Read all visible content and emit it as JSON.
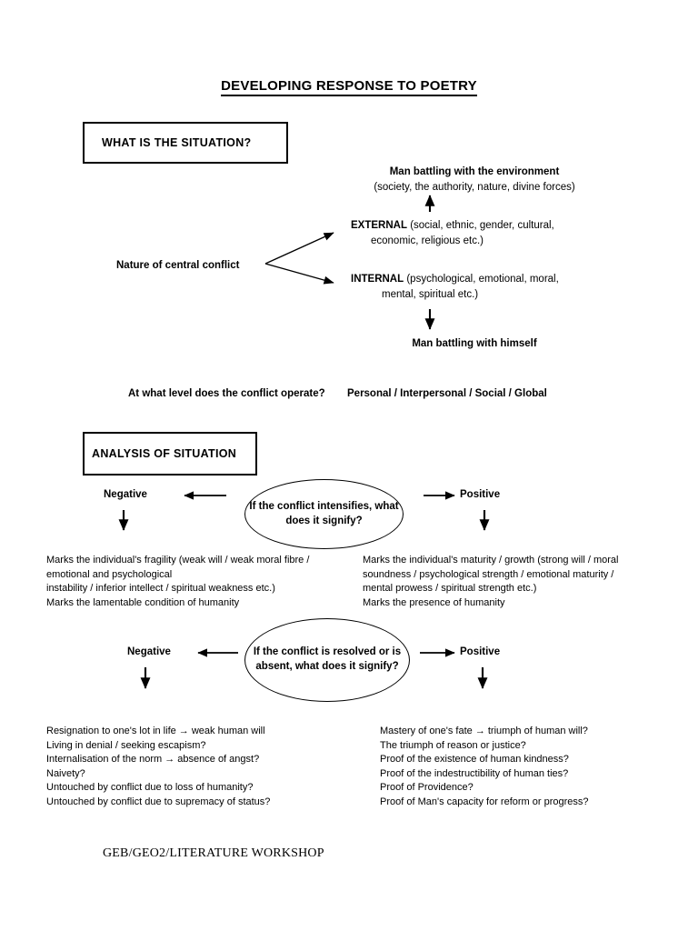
{
  "document": {
    "title": "DEVELOPING RESPONSE TO POETRY",
    "footer": "GEB/GEO2/LITERATURE WORKSHOP"
  },
  "section_situation": {
    "box_label": "WHAT IS THE SITUATION?",
    "nature_label": "Nature of central conflict",
    "man_environment": {
      "heading": "Man battling with the environment",
      "detail": "(society, the authority, nature, divine forces)"
    },
    "external": {
      "keyword": "EXTERNAL",
      "detail_line1": "(social, ethnic, gender, cultural,",
      "detail_line2": "economic, religious etc.)"
    },
    "internal": {
      "keyword": "INTERNAL",
      "detail_line1": "(psychological, emotional, moral,",
      "detail_line2": "mental, spiritual etc.)"
    },
    "man_himself": "Man battling with himself",
    "level_question": "At what level does the conflict operate?",
    "level_answer": "Personal / Interpersonal / Social / Global"
  },
  "section_analysis": {
    "box_label": "ANALYSIS OF SITUATION",
    "question_1": "If the conflict intensifies, what does it signify?",
    "question_2": "If the conflict is resolved or is absent, what does it signify?",
    "negative_label": "Negative",
    "positive_label": "Positive",
    "intensifies_negative": "Marks the individual's fragility (weak will / weak moral fibre /\nemotional and psychological\ninstability / inferior intellect / spiritual weakness etc.)\nMarks the lamentable condition of humanity",
    "intensifies_positive": "Marks the individual's maturity / growth (strong will / moral\nsoundness / psychological strength / emotional maturity /\nmental prowess / spiritual strength etc.)\nMarks the presence of humanity",
    "resolved_negative": "Resignation to one's lot in life → weak human will\nLiving in denial / seeking escapism?\nInternalisation of the norm → absence of angst?\nNaivety?\nUntouched by conflict due to loss of humanity?\nUntouched by conflict due to supremacy of status?",
    "resolved_positive": "Mastery of one's fate → triumph of human will?\nThe triumph of reason or justice?\nProof of the existence of human kindness?\nProof of the indestructibility of human ties?\nProof of Providence?\nProof of Man's capacity for reform or progress?"
  },
  "colors": {
    "ink": "#000000",
    "page": "#ffffff"
  }
}
